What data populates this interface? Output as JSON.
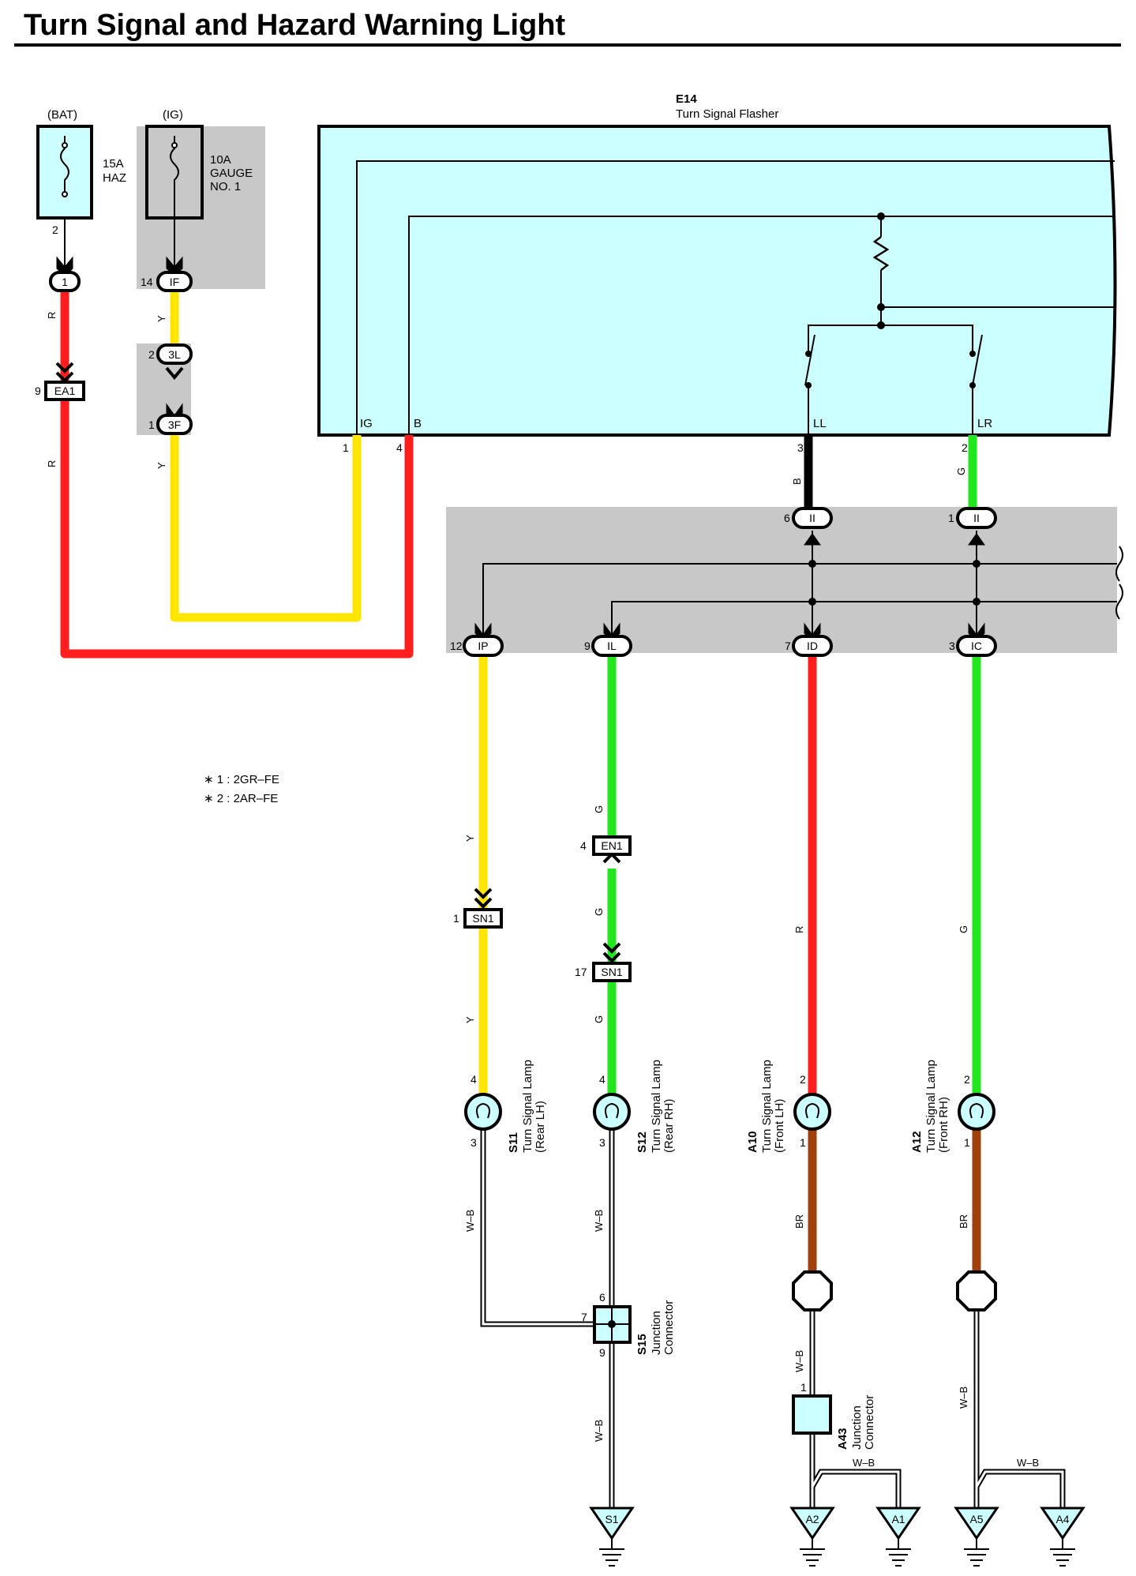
{
  "title": "Turn Signal and Hazard Warning Light",
  "colors": {
    "red": "#ff1e1e",
    "yellow": "#ffe600",
    "green": "#22e61e",
    "brown": "#a0400c",
    "black": "#000000",
    "component_fill": "#ccffff",
    "shade": "#c8c8c8"
  },
  "fuses": {
    "bat": {
      "source": "(BAT)",
      "rating": "15A",
      "name": "HAZ",
      "pin": "2"
    },
    "ig": {
      "source": "(IG)",
      "rating": "10A",
      "name_1": "GAUGE",
      "name_2": "NO. 1"
    }
  },
  "flasher": {
    "code": "E14",
    "name": "Turn Signal Flasher",
    "terminals": {
      "ig": "IG",
      "b": "B",
      "ll": "LL",
      "lr": "LR"
    },
    "pins": {
      "ig": "1",
      "b": "4",
      "ll": "3",
      "lr": "2"
    }
  },
  "connectors": {
    "c1": {
      "label": "1"
    },
    "ea1": {
      "label": "EA1",
      "pin": "9"
    },
    "if": {
      "label": "IF",
      "pin": "14"
    },
    "3l": {
      "label": "3L",
      "pin": "2"
    },
    "3f": {
      "label": "3F",
      "pin": "1"
    },
    "ii_a": {
      "label": "II",
      "pin": "6"
    },
    "ii_b": {
      "label": "II",
      "pin": "1"
    },
    "ip": {
      "label": "IP",
      "pin": "12"
    },
    "il": {
      "label": "IL",
      "pin": "9"
    },
    "id": {
      "label": "ID",
      "pin": "7"
    },
    "ic": {
      "label": "IC",
      "pin": "3"
    },
    "en1": {
      "label": "EN1",
      "pin": "4"
    },
    "sn1_a": {
      "label": "SN1",
      "pin": "1"
    },
    "sn1_b": {
      "label": "SN1",
      "pin": "17"
    }
  },
  "wire_colors": {
    "r": "R",
    "y": "Y",
    "b": "B",
    "g": "G",
    "br": "BR",
    "wb": "W–B"
  },
  "notes": [
    "∗ 1 : 2GR–FE",
    "∗ 2 : 2AR–FE"
  ],
  "lamps": {
    "s11": {
      "code": "S11",
      "line1": "Turn Signal Lamp",
      "line2": "(Rear LH)",
      "pin_top": "4",
      "pin_bottom": "3"
    },
    "s12": {
      "code": "S12",
      "line1": "Turn Signal Lamp",
      "line2": "(Rear RH)",
      "pin_top": "4",
      "pin_bottom": "3"
    },
    "a10": {
      "code": "A10",
      "line1": "Turn Signal Lamp",
      "line2": "(Front LH)",
      "pin_top": "2",
      "pin_bottom": "1"
    },
    "a12": {
      "code": "A12",
      "line1": "Turn Signal Lamp",
      "line2": "(Front RH)",
      "pin_top": "2",
      "pin_bottom": "1"
    }
  },
  "junctions": {
    "s15": {
      "code": "S15",
      "line1": "Junction",
      "line2": "Connector",
      "pin_top": "6",
      "pin_left": "7",
      "pin_bottom": "9"
    },
    "a43": {
      "code": "A43",
      "line1": "Junction",
      "line2": "Connector",
      "pin": "1"
    }
  },
  "grounds": {
    "s1": "S1",
    "a2": "A2",
    "a1": "A1",
    "a5": "A5",
    "a4": "A4"
  }
}
